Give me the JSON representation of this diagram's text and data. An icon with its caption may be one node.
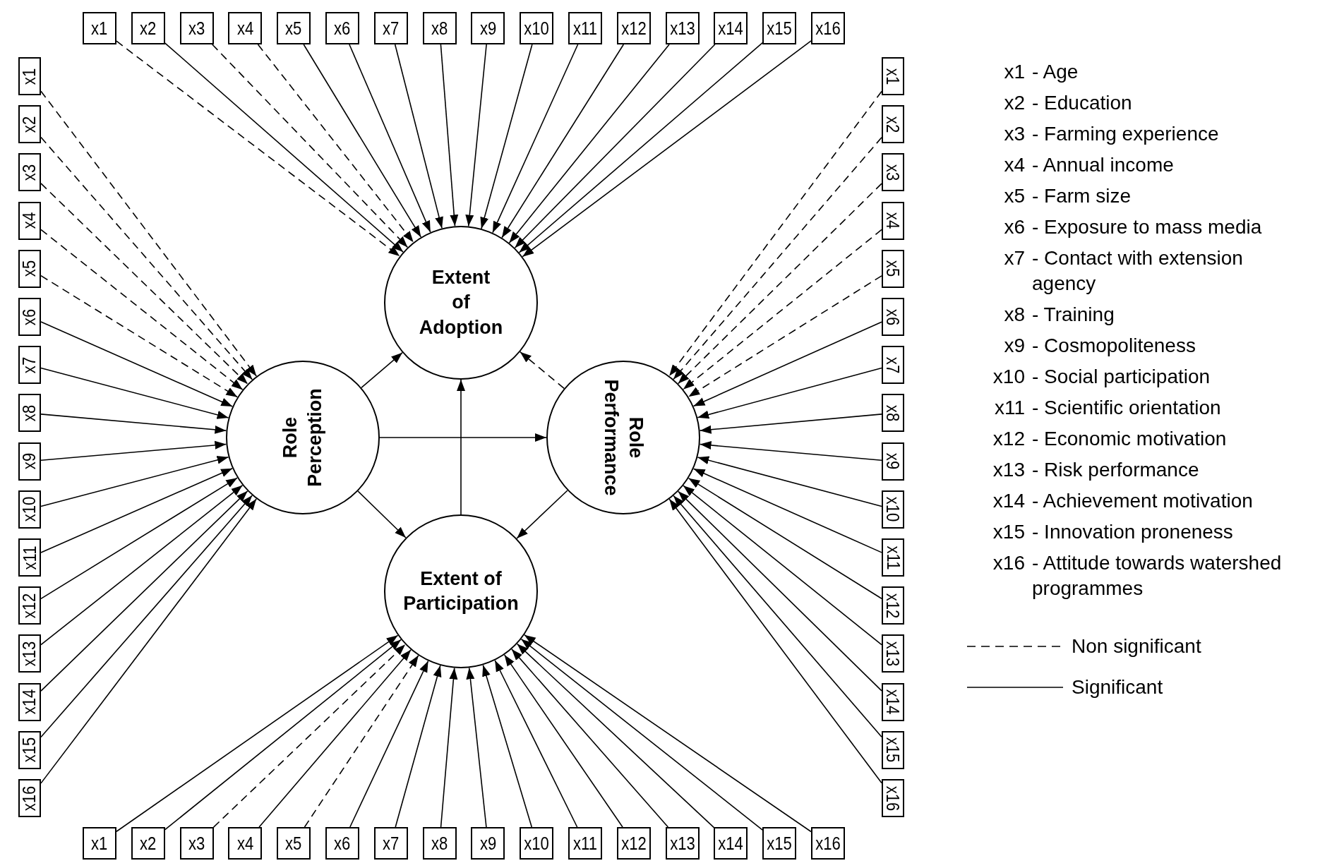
{
  "diagram": {
    "nodes": [
      {
        "text": [
          "Extent of Adoption"
        ]
      },
      {
        "text": [
          "Role Perception"
        ]
      },
      {
        "text": [
          "Role Performance"
        ]
      },
      {
        "text": [
          "Extent of Participation"
        ]
      },
      {
        "text": [
          "x1"
        ]
      },
      {
        "text": [
          "x2"
        ]
      },
      {
        "text": [
          "x3"
        ]
      },
      {
        "text": [
          "x4"
        ]
      },
      {
        "text": [
          "x5"
        ]
      },
      {
        "text": [
          "x6"
        ]
      },
      {
        "text": [
          "x7"
        ]
      },
      {
        "text": [
          "x8"
        ]
      },
      {
        "text": [
          "x9"
        ]
      },
      {
        "text": [
          "x10"
        ]
      },
      {
        "text": [
          "x11"
        ]
      },
      {
        "text": [
          "x12"
        ]
      },
      {
        "text": [
          "x13"
        ]
      },
      {
        "text": [
          "x14"
        ]
      },
      {
        "text": [
          "x15"
        ]
      },
      {
        "text": [
          "x16"
        ]
      },
      {
        "text": [
          "x1"
        ]
      },
      {
        "text": [
          "x2"
        ]
      },
      {
        "text": [
          "x3"
        ]
      },
      {
        "text": [
          "x4"
        ]
      },
      {
        "text": [
          "x5"
        ]
      },
      {
        "text": [
          "x6"
        ]
      },
      {
        "text": [
          "x7"
        ]
      },
      {
        "text": [
          "x8"
        ]
      },
      {
        "text": [
          "x9"
        ]
      },
      {
        "text": [
          "x10"
        ]
      },
      {
        "text": [
          "x11"
        ]
      },
      {
        "text": [
          "x12"
        ]
      },
      {
        "text": [
          "x13"
        ]
      },
      {
        "text": [
          "x14"
        ]
      },
      {
        "text": [
          "x15"
        ]
      },
      {
        "text": [
          "x16"
        ]
      },
      {
        "text": [
          "x1"
        ]
      },
      {
        "text": [
          "x2"
        ]
      },
      {
        "text": [
          "x3"
        ]
      },
      {
        "text": [
          "x4"
        ]
      },
      {
        "text": [
          "x5"
        ]
      },
      {
        "text": [
          "x6"
        ]
      },
      {
        "text": [
          "x7"
        ]
      },
      {
        "text": [
          "x8"
        ]
      },
      {
        "text": [
          "x9"
        ]
      },
      {
        "text": [
          "x10"
        ]
      },
      {
        "text": [
          "x11"
        ]
      },
      {
        "text": [
          "x12"
        ]
      },
      {
        "text": [
          "x13"
        ]
      },
      {
        "text": [
          "x14"
        ]
      },
      {
        "text": [
          "x15"
        ]
      },
      {
        "text": [
          "x16"
        ]
      },
      {
        "text": [
          "x1"
        ]
      },
      {
        "text": [
          "x2"
        ]
      },
      {
        "text": [
          "x3"
        ]
      },
      {
        "text": [
          "x4"
        ]
      },
      {
        "text": [
          "x5"
        ]
      },
      {
        "text": [
          "x6"
        ]
      },
      {
        "text": [
          "x7"
        ]
      },
      {
        "text": [
          "x8"
        ]
      },
      {
        "text": [
          "x9"
        ]
      },
      {
        "text": [
          "x10"
        ]
      },
      {
        "text": [
          "x11"
        ]
      },
      {
        "text": [
          "x12"
        ]
      },
      {
        "text": [
          "x13"
        ]
      },
      {
        "text": [
          "x14"
        ]
      },
      {
        "text": [
          "x15"
        ]
      },
      {
        "text": [
          "x16"
        ]
      }
    ],
    "edges": [
      {
        "from": 1,
        "to": 0,
        "arrow": "to"
      },
      {
        "from": 1,
        "to": 2,
        "arrow": "to"
      },
      {
        "from": 1,
        "to": 3,
        "arrow": "to"
      },
      {
        "from": 3,
        "to": 0,
        "arrow": "to"
      },
      {
        "from": 2,
        "to": 0,
        "arrow": "to",
        "style": "dashed"
      },
      {
        "from": 2,
        "to": 3,
        "arrow": "to"
      },
      {
        "from": 4,
        "to": 0,
        "arrow": "to",
        "style": "dashed"
      },
      {
        "from": 5,
        "to": 0,
        "arrow": "to"
      },
      {
        "from": 6,
        "to": 0,
        "arrow": "to",
        "style": "dashed"
      },
      {
        "from": 7,
        "to": 0,
        "arrow": "to",
        "style": "dashed"
      },
      {
        "from": 8,
        "to": 0,
        "arrow": "to"
      },
      {
        "from": 9,
        "to": 0,
        "arrow": "to"
      },
      {
        "from": 10,
        "to": 0,
        "arrow": "to"
      },
      {
        "from": 11,
        "to": 0,
        "arrow": "to"
      },
      {
        "from": 12,
        "to": 0,
        "arrow": "to"
      },
      {
        "from": 13,
        "to": 0,
        "arrow": "to"
      },
      {
        "from": 14,
        "to": 0,
        "arrow": "to"
      },
      {
        "from": 15,
        "to": 0,
        "arrow": "to"
      },
      {
        "from": 16,
        "to": 0,
        "arrow": "to"
      },
      {
        "from": 17,
        "to": 0,
        "arrow": "to"
      },
      {
        "from": 18,
        "to": 0,
        "arrow": "to"
      },
      {
        "from": 19,
        "to": 0,
        "arrow": "to"
      },
      {
        "from": 20,
        "to": 1,
        "arrow": "to",
        "style": "dashed"
      },
      {
        "from": 21,
        "to": 1,
        "arrow": "to",
        "style": "dashed"
      },
      {
        "from": 22,
        "to": 1,
        "arrow": "to",
        "style": "dashed"
      },
      {
        "from": 23,
        "to": 1,
        "arrow": "to",
        "style": "dashed"
      },
      {
        "from": 24,
        "to": 1,
        "arrow": "to",
        "style": "dashed"
      },
      {
        "from": 25,
        "to": 1,
        "arrow": "to"
      },
      {
        "from": 26,
        "to": 1,
        "arrow": "to"
      },
      {
        "from": 27,
        "to": 1,
        "arrow": "to"
      },
      {
        "from": 28,
        "to": 1,
        "arrow": "to"
      },
      {
        "from": 29,
        "to": 1,
        "arrow": "to"
      },
      {
        "from": 30,
        "to": 1,
        "arrow": "to"
      },
      {
        "from": 31,
        "to": 1,
        "arrow": "to"
      },
      {
        "from": 32,
        "to": 1,
        "arrow": "to"
      },
      {
        "from": 33,
        "to": 1,
        "arrow": "to"
      },
      {
        "from": 34,
        "to": 1,
        "arrow": "to"
      },
      {
        "from": 35,
        "to": 1,
        "arrow": "to"
      },
      {
        "from": 36,
        "to": 2,
        "arrow": "to",
        "style": "dashed"
      },
      {
        "from": 37,
        "to": 2,
        "arrow": "to",
        "style": "dashed"
      },
      {
        "from": 38,
        "to": 2,
        "arrow": "to",
        "style": "dashed"
      },
      {
        "from": 39,
        "to": 2,
        "arrow": "to",
        "style": "dashed"
      },
      {
        "from": 40,
        "to": 2,
        "arrow": "to",
        "style": "dashed"
      },
      {
        "from": 41,
        "to": 2,
        "arrow": "to"
      },
      {
        "from": 42,
        "to": 2,
        "arrow": "to"
      },
      {
        "from": 43,
        "to": 2,
        "arrow": "to"
      },
      {
        "from": 44,
        "to": 2,
        "arrow": "to"
      },
      {
        "from": 45,
        "to": 2,
        "arrow": "to"
      },
      {
        "from": 46,
        "to": 2,
        "arrow": "to"
      },
      {
        "from": 47,
        "to": 2,
        "arrow": "to"
      },
      {
        "from": 48,
        "to": 2,
        "arrow": "to"
      },
      {
        "from": 49,
        "to": 2,
        "arrow": "to"
      },
      {
        "from": 50,
        "to": 2,
        "arrow": "to"
      },
      {
        "from": 51,
        "to": 2,
        "arrow": "to"
      },
      {
        "from": 52,
        "to": 3,
        "arrow": "to"
      },
      {
        "from": 53,
        "to": 3,
        "arrow": "to"
      },
      {
        "from": 54,
        "to": 3,
        "arrow": "to",
        "style": "dashed"
      },
      {
        "from": 55,
        "to": 3,
        "arrow": "to"
      },
      {
        "from": 56,
        "to": 3,
        "arrow": "to",
        "style": "dashed"
      },
      {
        "from": 57,
        "to": 3,
        "arrow": "to"
      },
      {
        "from": 58,
        "to": 3,
        "arrow": "to"
      },
      {
        "from": 59,
        "to": 3,
        "arrow": "to"
      },
      {
        "from": 60,
        "to": 3,
        "arrow": "to"
      },
      {
        "from": 61,
        "to": 3,
        "arrow": "to"
      },
      {
        "from": 62,
        "to": 3,
        "arrow": "to"
      },
      {
        "from": 63,
        "to": 3,
        "arrow": "to"
      },
      {
        "from": 64,
        "to": 3,
        "arrow": "to"
      },
      {
        "from": 65,
        "to": 3,
        "arrow": "to"
      },
      {
        "from": 66,
        "to": 3,
        "arrow": "to"
      },
      {
        "from": 67,
        "to": 3,
        "arrow": "to"
      }
    ],
    "labels": [
      "x1",
      "- Age",
      "x2",
      "- Education",
      "x3",
      "- Farming experience",
      "x4",
      "- Annual income",
      "x5",
      "- Farm size",
      "x6",
      "- Exposure to mass media",
      "x7",
      "- Contact with extension agency",
      "x8",
      "- Training",
      "x9",
      "- Cosmopoliteness",
      "x10",
      "- Social participation",
      "x11",
      "- Scientific orientation",
      "x12",
      "- Economic motivation",
      "x13",
      "- Risk performance",
      "x14",
      "- Achievement motivation",
      "x15",
      "- Innovation proneness",
      "x16",
      "- Attitude towards watershed programmes"
    ],
    "legend": [
      {
        "text": "Non significant"
      },
      {
        "text": "Significant"
      }
    ]
  }
}
